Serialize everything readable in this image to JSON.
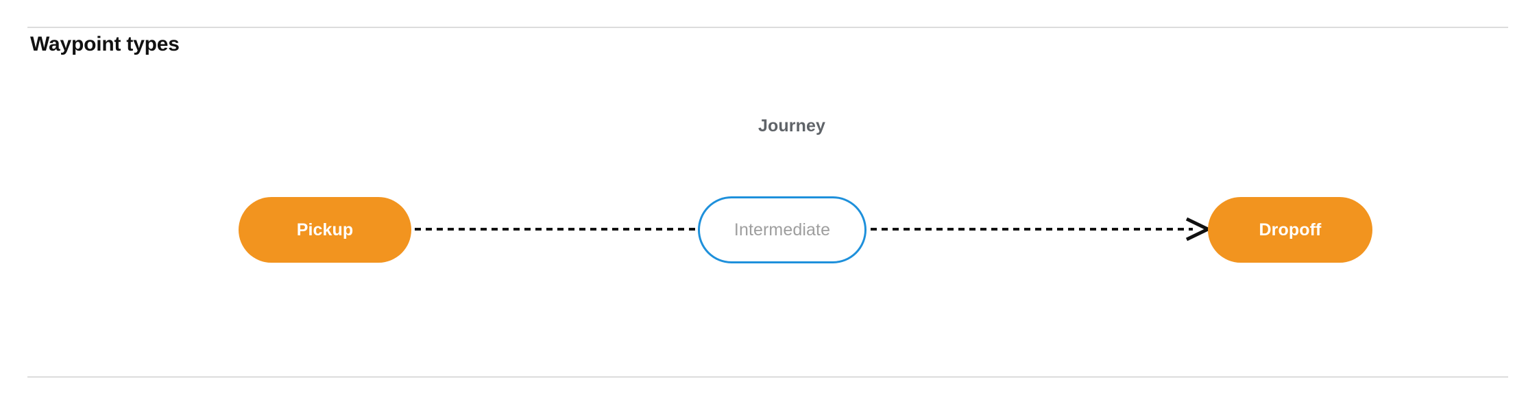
{
  "section": {
    "title": "Waypoint types"
  },
  "diagram": {
    "group_label": "Journey",
    "nodes": [
      {
        "id": "pickup",
        "label": "Pickup",
        "style": "filled",
        "fill": "#f2941f",
        "text_color": "#ffffff"
      },
      {
        "id": "intermediate",
        "label": "Intermediate",
        "style": "outlined",
        "fill": "#ffffff",
        "border_color": "#1e90db",
        "text_color": "#9e9e9e"
      },
      {
        "id": "dropoff",
        "label": "Dropoff",
        "style": "filled",
        "fill": "#f2941f",
        "text_color": "#ffffff"
      }
    ],
    "edges": [
      {
        "from": "pickup",
        "to": "intermediate",
        "line": "dashed",
        "color": "#111111",
        "arrowhead": false
      },
      {
        "from": "intermediate",
        "to": "dropoff",
        "line": "dashed",
        "color": "#111111",
        "arrowhead": true
      }
    ]
  },
  "dividers": {
    "color": "#dcdcdc"
  }
}
